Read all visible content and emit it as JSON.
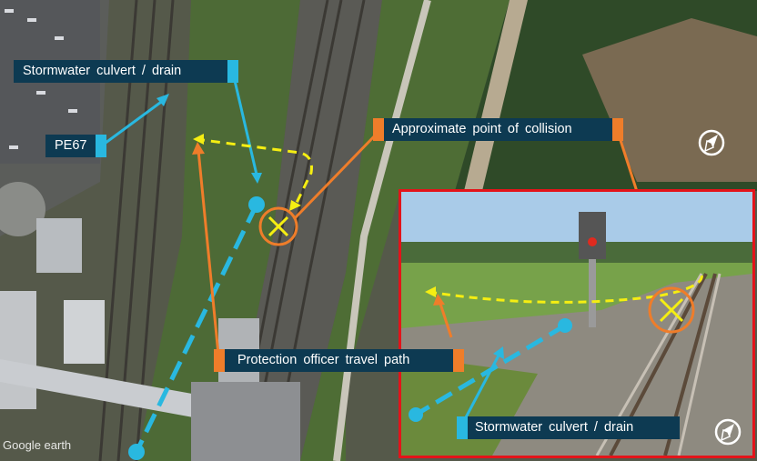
{
  "labels": {
    "culvert_main": "Stormwater culvert / drain",
    "pe67": "PE67",
    "collision": "Approximate point of collision",
    "travel_path": "Protection officer travel path",
    "culvert_inset": "Stormwater culvert / drain"
  },
  "watermark": "Google earth",
  "colors": {
    "label_bg": "#0d3a52",
    "blue": "#29b8e0",
    "orange": "#ef7d2a",
    "yellow": "#f5ee12",
    "inset_border": "#e3141a"
  },
  "icons": [
    "north-compass-icon",
    "north-compass-icon-inset"
  ]
}
